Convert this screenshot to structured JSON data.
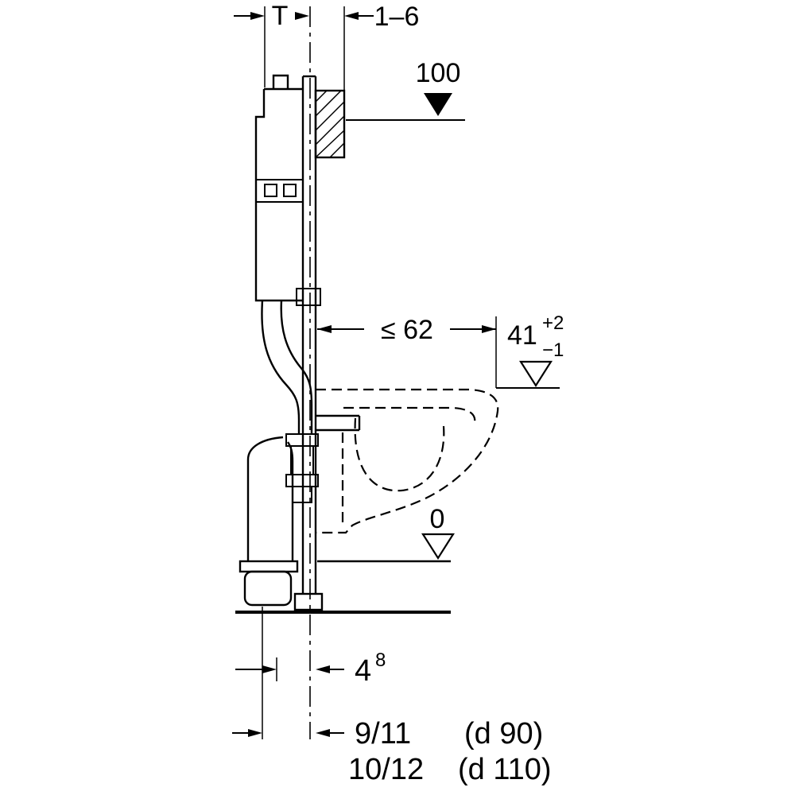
{
  "colors": {
    "line": "#000000",
    "background": "#ffffff"
  },
  "dims": {
    "t": "T",
    "range_1_6": "1–6",
    "level_100": "100",
    "depth_62": "≤ 62",
    "seat_41": "41",
    "seat_tol_plus": "+2",
    "seat_tol_minus": "−1",
    "level_0": "0",
    "offset_4": "4",
    "offset_4_sup": "8",
    "drain_90_value": "9/11",
    "drain_90_dia": "(d 90)",
    "drain_110_value": "10/12",
    "drain_110_dia": "(d 110)"
  }
}
